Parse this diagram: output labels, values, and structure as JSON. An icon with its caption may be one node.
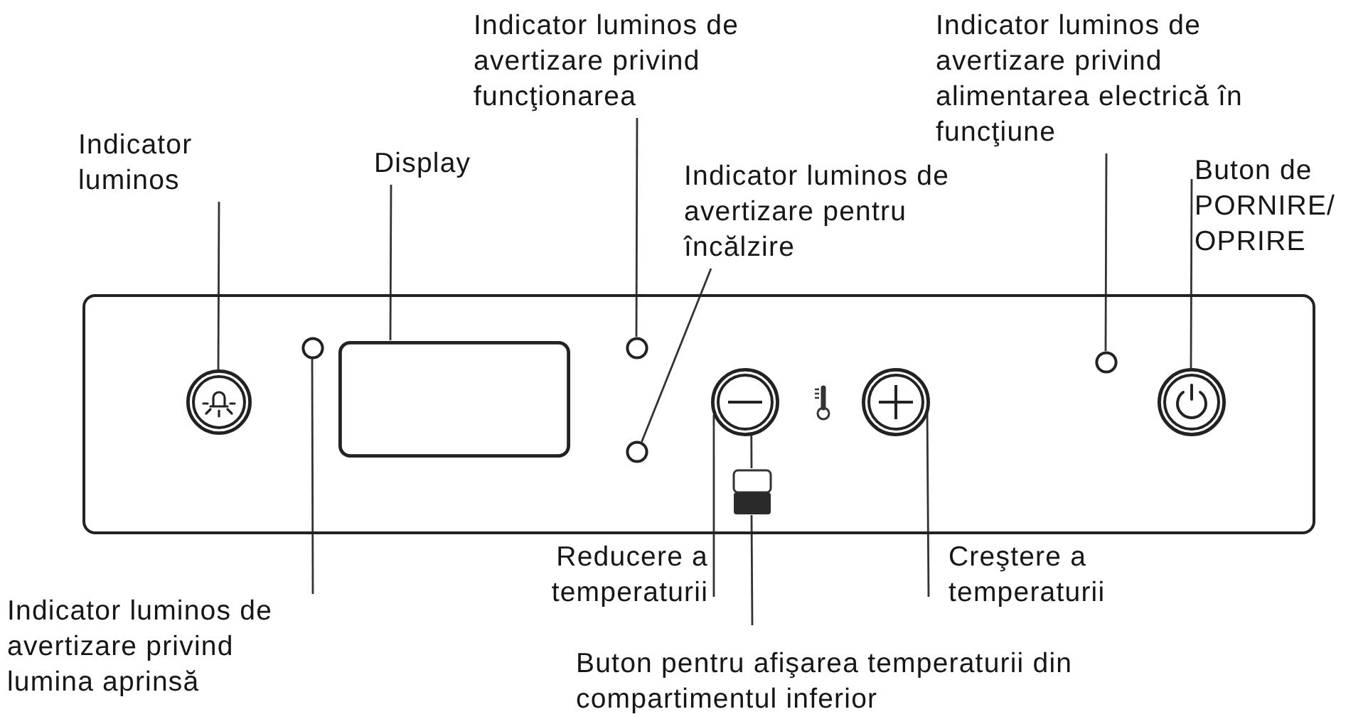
{
  "diagram": {
    "nodes": [
      {
        "text": [
          "Indicator luminos"
        ]
      },
      {
        "text": [
          "Display"
        ]
      },
      {
        "text": [
          "Indicator luminos de avertizare privind funcţionarea"
        ]
      },
      {
        "text": [
          "Indicator luminos de avertizare pentru încălzire"
        ]
      },
      {
        "text": [
          "Indicator luminos de avertizare privind alimentarea electrică în funcţiune"
        ]
      },
      {
        "text": [
          "Buton de PORNIRE/ OPRIRE"
        ]
      },
      {
        "text": [
          "Indicator luminos de avertizare privind lumina aprinsă"
        ]
      },
      {
        "text": [
          "Reducere a temperaturii"
        ]
      },
      {
        "text": [
          "Creştere a temperaturii"
        ]
      },
      {
        "text": [
          "Buton pentru afişarea temperaturii din compartimentul inferior"
        ]
      },
      {
        "text": [],
        "shape": "box"
      },
      {
        "text": [],
        "shape": "circle",
        "in": 10
      },
      {
        "text": [],
        "shape": "circle",
        "in": 10
      },
      {
        "text": [],
        "shape": "box",
        "in": 10
      },
      {
        "text": [],
        "shape": "circle",
        "in": 10
      },
      {
        "text": [],
        "shape": "circle",
        "in": 10
      },
      {
        "text": [],
        "shape": "circle",
        "in": 10
      },
      {
        "text": [],
        "shape": "circle",
        "in": 10
      },
      {
        "text": [],
        "shape": "box",
        "in": 10
      },
      {
        "text": [],
        "shape": "circle",
        "in": 10
      },
      {
        "text": [],
        "shape": "circle",
        "in": 10
      }
    ],
    "edges": [
      {
        "from": 0,
        "to": 11,
        "arrow": "none"
      },
      {
        "from": 1,
        "to": 13,
        "arrow": "none"
      },
      {
        "from": 2,
        "to": 14,
        "arrow": "none"
      },
      {
        "from": 3,
        "to": 15,
        "arrow": "none"
      },
      {
        "from": 4,
        "to": 19,
        "arrow": "none"
      },
      {
        "from": 5,
        "to": 20,
        "arrow": "none"
      },
      {
        "from": 6,
        "to": 12,
        "arrow": "none"
      },
      {
        "from": 7,
        "to": 16,
        "arrow": "none"
      },
      {
        "from": 8,
        "to": 17,
        "arrow": "none"
      },
      {
        "from": 9,
        "to": 18,
        "arrow": "none"
      },
      {
        "from": 16,
        "to": 18,
        "arrow": "none"
      }
    ]
  }
}
